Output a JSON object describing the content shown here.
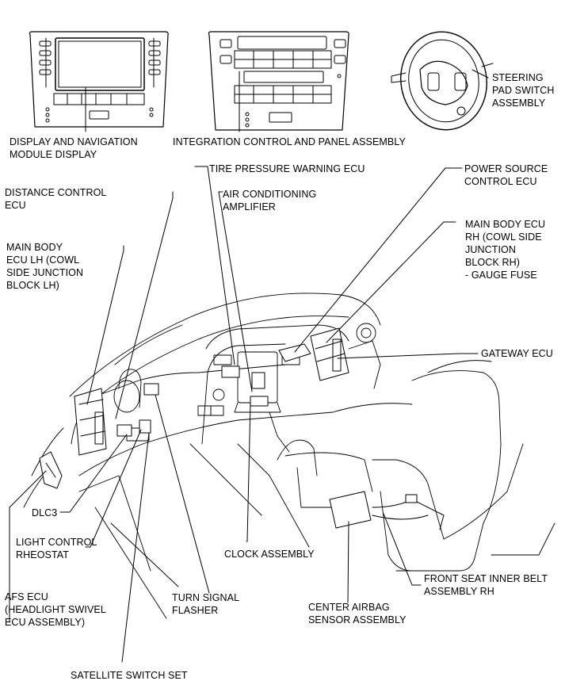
{
  "labels": {
    "display_nav": "DISPLAY AND NAVIGATION\nMODULE DISPLAY",
    "integration_panel": "INTEGRATION CONTROL AND PANEL ASSEMBLY",
    "steering_pad": "STEERING\nPAD SWITCH\nASSEMBLY",
    "tire_pressure": "TIRE PRESSURE WARNING ECU",
    "power_source": "POWER SOURCE\nCONTROL ECU",
    "distance_control": "DISTANCE CONTROL\nECU",
    "air_conditioning": "AIR CONDITIONING\nAMPLIFIER",
    "main_body_rh": "MAIN BODY ECU\nRH (COWL SIDE\nJUNCTION\nBLOCK RH)\n- GAUGE FUSE",
    "main_body_lh": "MAIN BODY\nECU LH (COWL\nSIDE JUNCTION\nBLOCK LH)",
    "gateway": "GATEWAY ECU",
    "dlc3": "DLC3",
    "light_control": "LIGHT CONTROL\nRHEOSTAT",
    "clock": "CLOCK ASSEMBLY",
    "front_seat_belt": "FRONT SEAT INNER BELT\nASSEMBLY RH",
    "afs_ecu": "AFS ECU\n(HEADLIGHT SWIVEL\nECU ASSEMBLY)",
    "turn_signal": "TURN SIGNAL\nFLASHER",
    "center_airbag": "CENTER AIRBAG\nSENSOR ASSEMBLY",
    "satellite_switch": "SATELLITE SWITCH SET"
  }
}
